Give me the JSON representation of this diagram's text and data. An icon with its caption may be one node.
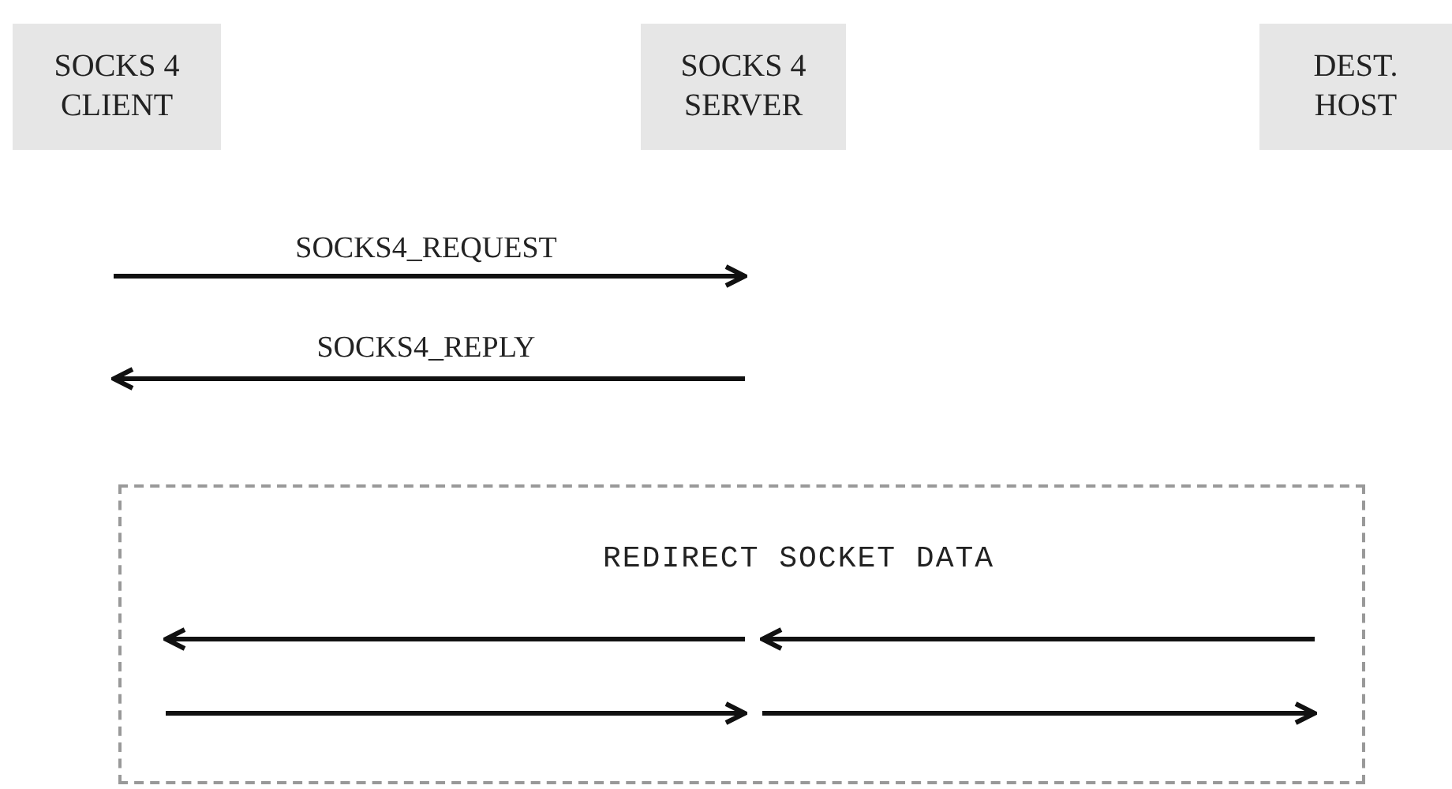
{
  "diagram": {
    "nodes": [
      {
        "text": [
          "SOCKS 4 CLIENT"
        ]
      },
      {
        "text": [
          "SOCKS 4 SERVER"
        ]
      },
      {
        "text": [
          "DEST. HOST"
        ]
      },
      {
        "text": [
          "REDIRECT SOCKET DATA"
        ]
      }
    ],
    "labels": [
      "SOCKS4_REQUEST",
      "SOCKS4_REPLY"
    ]
  }
}
